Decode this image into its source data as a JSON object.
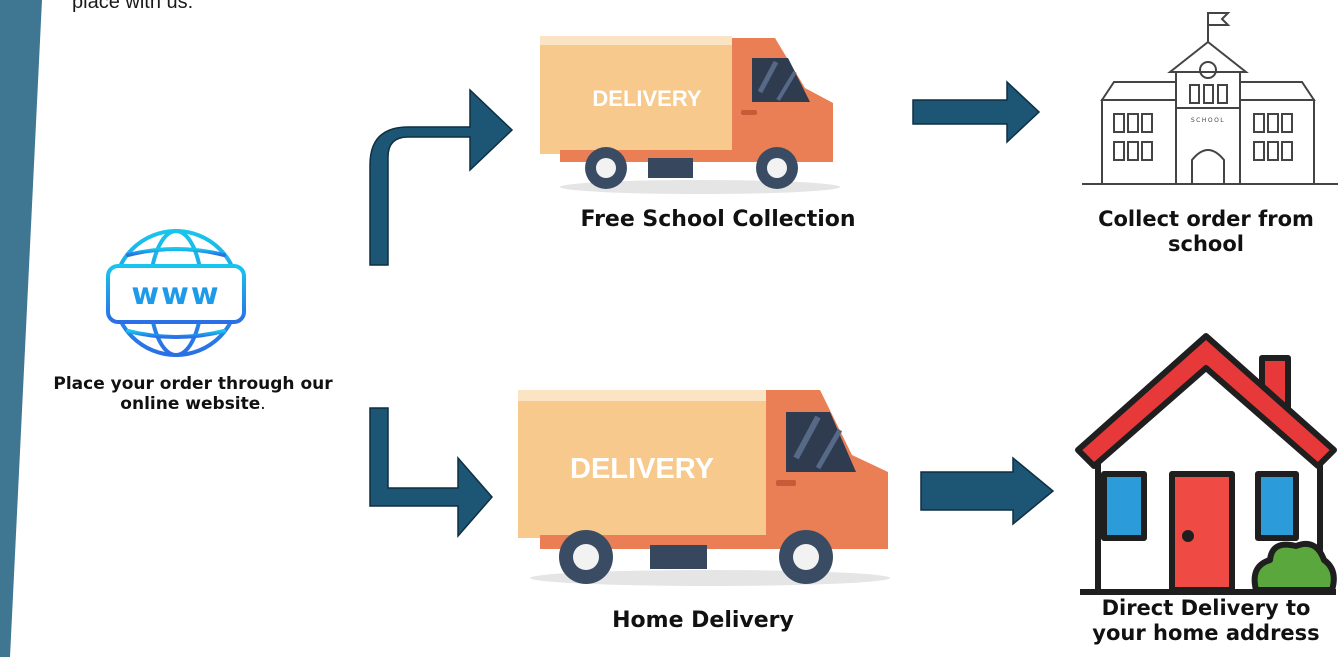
{
  "intro_text": "place with us:",
  "start": {
    "label_line1": "Place your order through our",
    "label_line2_bold": "online website",
    "label_line2_end": "."
  },
  "top_route": {
    "truck_text": "DELIVERY",
    "method_label": "Free School Collection",
    "destination_label_line1": "Collect order from",
    "destination_label_line2": "school",
    "building_sign": "SCHOOL"
  },
  "bottom_route": {
    "truck_text": "DELIVERY",
    "method_label": "Home Delivery",
    "destination_label_line1": "Direct Delivery to",
    "destination_label_line2": "your home address"
  },
  "colors": {
    "arrow": "#1d5675",
    "left_bar": "#3f7793",
    "truck_cab": "#ea7e55",
    "truck_box": "#f7c98c",
    "globe": "#1e9be8",
    "roof": "#e8393a",
    "door": "#ef4a43",
    "window": "#2b9bd9",
    "bush": "#5aa83d"
  }
}
